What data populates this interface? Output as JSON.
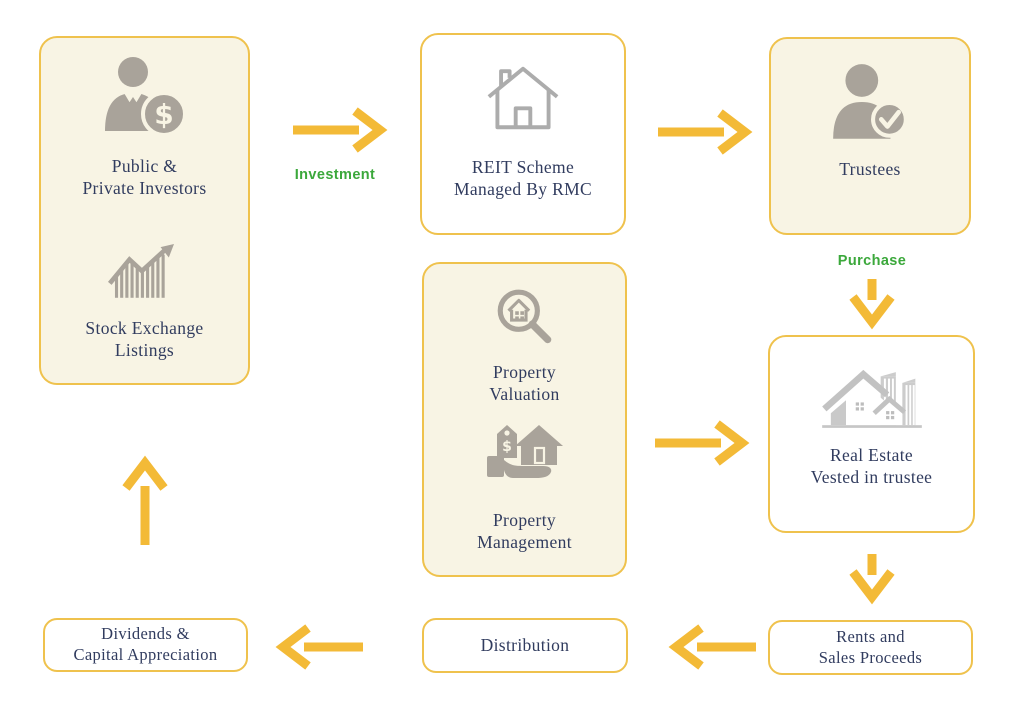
{
  "palette": {
    "cream": "#F8F4E4",
    "box_border_yellow": "#EFC24D",
    "arrow_yellow": "#F3BA37",
    "label_green": "#3BA83B",
    "text_navy": "#313C5F",
    "icon_gray": "#A9A39A",
    "icon_light_gray": "#C6C6C6"
  },
  "flow": {
    "investors": {
      "icon1": "businessman-dollar-icon",
      "label1": "Public &\nPrivate Investors",
      "icon2": "stock-chart-icon",
      "label2": "Stock Exchange\nListings"
    },
    "investment_label": "Investment",
    "reit": {
      "icon": "house-outline-icon",
      "label": "REIT Scheme\nManaged By RMC"
    },
    "trustees": {
      "icon": "person-check-icon",
      "label": "Trustees"
    },
    "purchase_label": "Purchase",
    "property": {
      "icon1": "magnifier-house-icon",
      "label1": "Property\nValuation",
      "icon2": "hand-house-icon",
      "label2": "Property\nManagement"
    },
    "real_estate": {
      "icon": "buildings-icon",
      "label": "Real Estate\nVested in trustee"
    },
    "rents": {
      "label": "Rents and\nSales Proceeds"
    },
    "distribution": {
      "label": "Distribution"
    },
    "dividends": {
      "label": "Dividends &\nCapital Appreciation"
    }
  },
  "icons": {
    "dollar_glyph": "$"
  }
}
